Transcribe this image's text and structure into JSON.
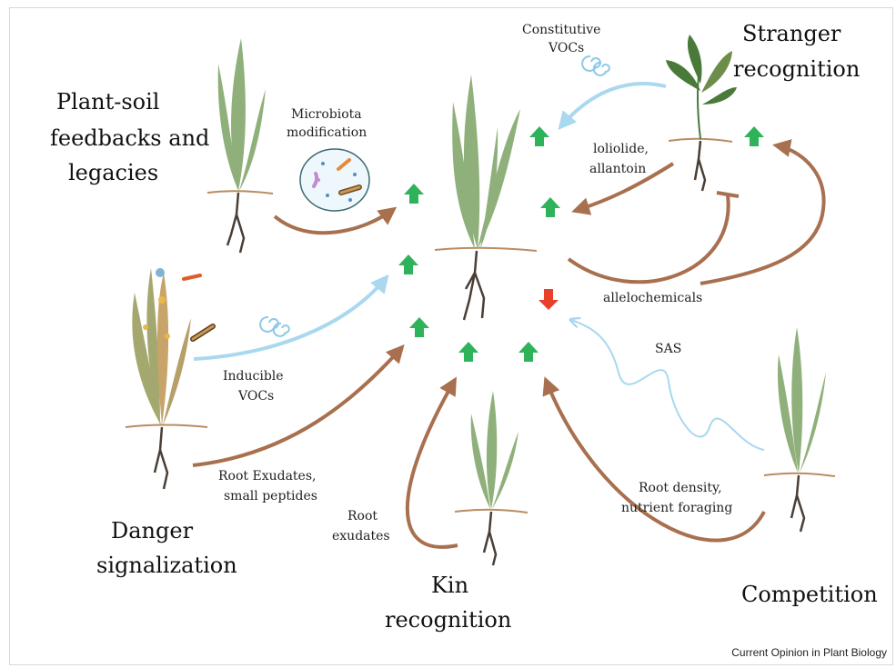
{
  "labels": {
    "plant_soil": [
      "Plant-soil",
      "feedbacks and",
      "legacies"
    ],
    "microbiota": [
      "Microbiota",
      "modification"
    ],
    "constitutive_vocs": [
      "Constitutive",
      "VOCs"
    ],
    "stranger": [
      "Stranger",
      "recognition"
    ],
    "loliolide": [
      "loliolide,",
      "allantoin"
    ],
    "allelochemicals": "allelochemicals",
    "sas": "SAS",
    "inducible_vocs": [
      "Inducible",
      "VOCs"
    ],
    "root_exudates_small": [
      "Root Exudates,",
      "small peptides"
    ],
    "danger": [
      "Danger",
      "signalization"
    ],
    "root_exudates": [
      "Root",
      "exudates"
    ],
    "kin": [
      "Kin",
      "recognition"
    ],
    "root_density": [
      "Root density,",
      "nutrient foraging"
    ],
    "competition": "Competition"
  },
  "footer": "Current Opinion in Plant Biology",
  "colors": {
    "plant_green": "#8fb07a",
    "dark_green": "#4a7a3a",
    "root": "#4a3f36",
    "brown_arrow": "#a8704f",
    "blue_arrow": "#a9d8ef",
    "up_arrow": "#2fb35a",
    "down_arrow": "#e8402a",
    "sick_plant": "#c8a46a"
  }
}
